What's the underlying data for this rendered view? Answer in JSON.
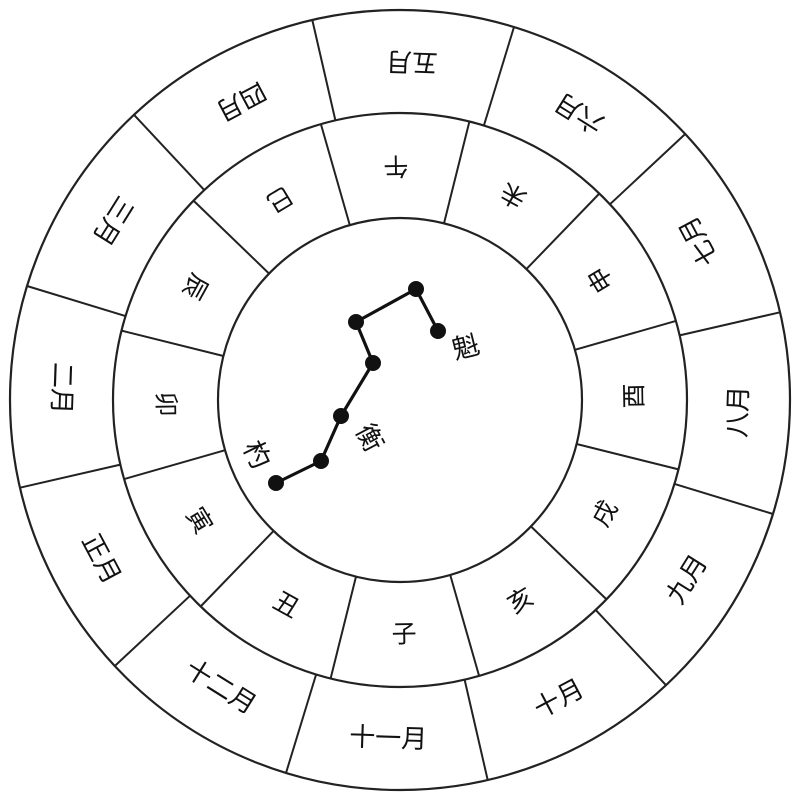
{
  "months": [
    "五月",
    "六月",
    "七月",
    "八月",
    "九月",
    "十月",
    "十一月",
    "十二月",
    "正月",
    "二月",
    "三月",
    "四月"
  ],
  "branches": [
    "午",
    "未",
    "申",
    "酉",
    "戌",
    "亥",
    "子",
    "丑",
    "寅",
    "卯",
    "辰",
    "巳"
  ],
  "dipper": {
    "star_labels": [
      "魁",
      "衡",
      "杓"
    ]
  },
  "colors": {
    "line": "#222222",
    "star": "#111111",
    "background": "#ffffff"
  }
}
